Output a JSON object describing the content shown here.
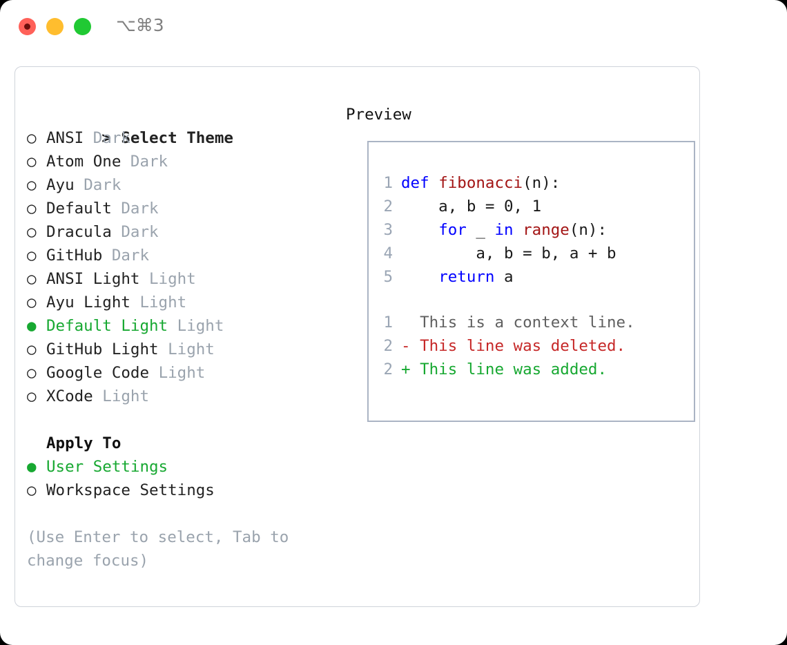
{
  "window": {
    "traffic_lights": [
      "close",
      "minimize",
      "maximize"
    ],
    "shortcut": "⌥⌘3"
  },
  "theme_list": {
    "header": {
      "marker": ">",
      "label": "Select Theme"
    },
    "items": [
      {
        "marker": "○",
        "name": "ANSI",
        "kind": "Dark",
        "selected": false
      },
      {
        "marker": "○",
        "name": "Atom One",
        "kind": "Dark",
        "selected": false
      },
      {
        "marker": "○",
        "name": "Ayu",
        "kind": "Dark",
        "selected": false
      },
      {
        "marker": "○",
        "name": "Default",
        "kind": "Dark",
        "selected": false
      },
      {
        "marker": "○",
        "name": "Dracula",
        "kind": "Dark",
        "selected": false
      },
      {
        "marker": "○",
        "name": "GitHub",
        "kind": "Dark",
        "selected": false
      },
      {
        "marker": "○",
        "name": "ANSI Light",
        "kind": "Light",
        "selected": false
      },
      {
        "marker": "○",
        "name": "Ayu Light",
        "kind": "Light",
        "selected": false
      },
      {
        "marker": "●",
        "name": "Default Light",
        "kind": "Light",
        "selected": true
      },
      {
        "marker": "○",
        "name": "GitHub Light",
        "kind": "Light",
        "selected": false
      },
      {
        "marker": "○",
        "name": "Google Code",
        "kind": "Light",
        "selected": false
      },
      {
        "marker": "○",
        "name": "XCode",
        "kind": "Light",
        "selected": false
      }
    ]
  },
  "apply_to": {
    "title": "Apply To",
    "items": [
      {
        "marker": "●",
        "label": "User Settings",
        "selected": true
      },
      {
        "marker": "○",
        "label": "Workspace Settings",
        "selected": false
      }
    ]
  },
  "hint": "(Use Enter to select, Tab to change focus)",
  "preview": {
    "label": "Preview",
    "code_lines": [
      {
        "no": "1",
        "tokens": [
          {
            "t": "def ",
            "c": "kw"
          },
          {
            "t": "fibonacci",
            "c": "fn"
          },
          {
            "t": "(n):",
            "c": "pl"
          }
        ]
      },
      {
        "no": "2",
        "tokens": [
          {
            "t": "    a, b = 0, 1",
            "c": "pl"
          }
        ]
      },
      {
        "no": "3",
        "tokens": [
          {
            "t": "    ",
            "c": "pl"
          },
          {
            "t": "for",
            "c": "kw"
          },
          {
            "t": " _ ",
            "c": "pl"
          },
          {
            "t": "in",
            "c": "kw"
          },
          {
            "t": " ",
            "c": "pl"
          },
          {
            "t": "range",
            "c": "fn"
          },
          {
            "t": "(n):",
            "c": "pl"
          }
        ]
      },
      {
        "no": "4",
        "tokens": [
          {
            "t": "        a, b = b, a + b",
            "c": "pl"
          }
        ]
      },
      {
        "no": "5",
        "tokens": [
          {
            "t": "    ",
            "c": "pl"
          },
          {
            "t": "return",
            "c": "kw"
          },
          {
            "t": " a",
            "c": "pl"
          }
        ]
      }
    ],
    "diff_lines": [
      {
        "no": "1",
        "text": "  This is a context line.",
        "cls": "ctx"
      },
      {
        "no": "2",
        "text": "- This line was deleted.",
        "cls": "del"
      },
      {
        "no": "2",
        "text": "+ This line was added.",
        "cls": "add"
      }
    ]
  },
  "colors": {
    "accent_green": "#17a831",
    "keyword_blue": "#0000ff",
    "function_red": "#a31515",
    "diff_delete": "#c62828",
    "diff_add": "#17a831",
    "muted": "#9aa3ad",
    "border": "#aab4c4",
    "panel_border": "#cfd3da",
    "traffic_red": "#ff6159",
    "traffic_yellow": "#ffbd2e",
    "traffic_green": "#20c933"
  }
}
